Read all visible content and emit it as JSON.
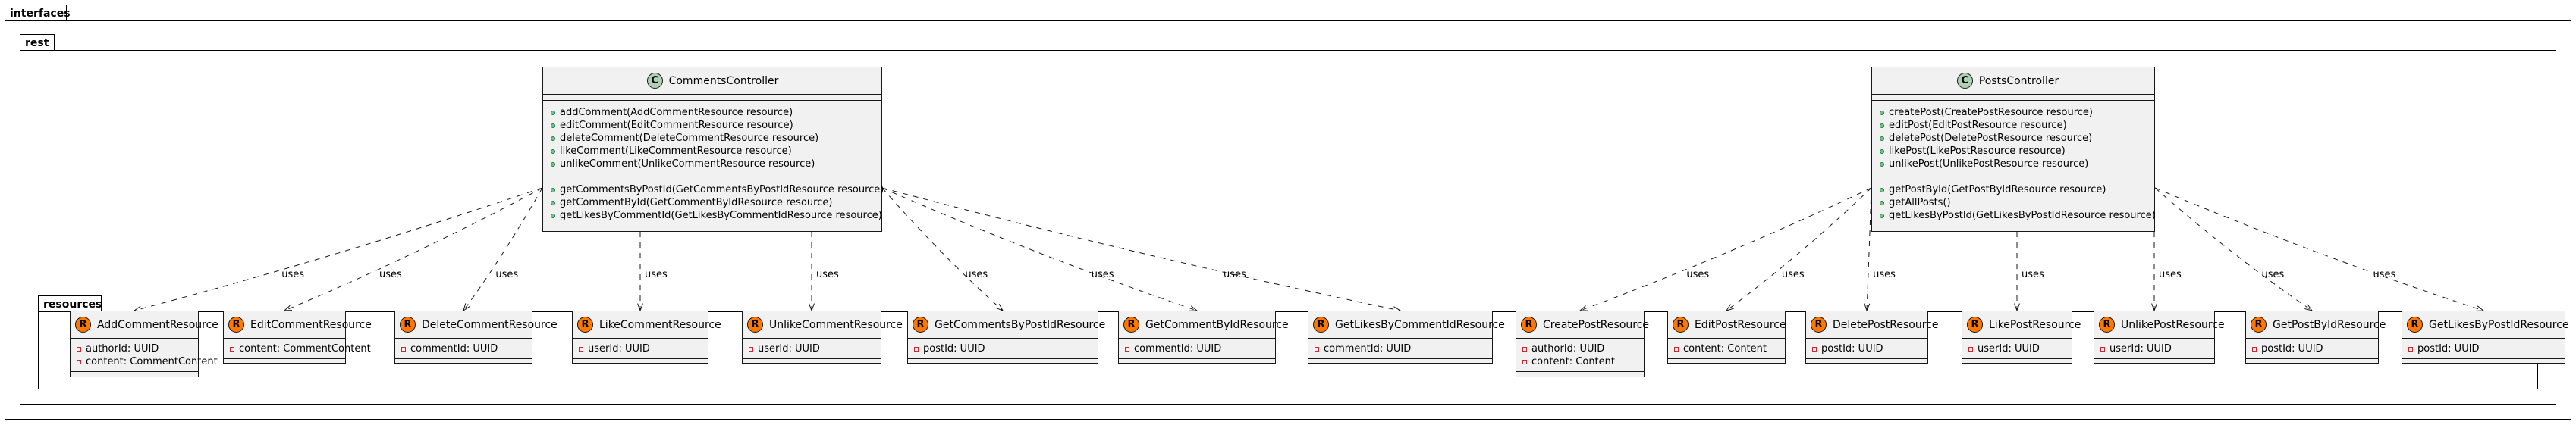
{
  "packages": {
    "interfaces": "interfaces",
    "rest": "rest",
    "resources": "resources"
  },
  "controllers": [
    {
      "id": "comments",
      "stereotype": "C",
      "name": "CommentsController",
      "methods_a": [
        "addComment(AddCommentResource resource)",
        "editComment(EditCommentResource resource)",
        "deleteComment(DeleteCommentResource resource)",
        "likeComment(LikeCommentResource resource)",
        "unlikeComment(UnlikeCommentResource resource)"
      ],
      "methods_b": [
        "getCommentsByPostId(GetCommentsByPostIdResource resource)",
        "getCommentById(GetCommentByIdResource resource)",
        "getLikesByCommentId(GetLikesByCommentIdResource resource)"
      ]
    },
    {
      "id": "posts",
      "stereotype": "C",
      "name": "PostsController",
      "methods_a": [
        "createPost(CreatePostResource resource)",
        "editPost(EditPostResource resource)",
        "deletePost(DeletePostResource resource)",
        "likePost(LikePostResource resource)",
        "unlikePost(UnlikePostResource resource)"
      ],
      "methods_b": [
        "getPostById(GetPostByIdResource resource)",
        "getAllPosts()",
        "getLikesByPostId(GetLikesByPostIdResource resource)"
      ]
    }
  ],
  "resources": [
    {
      "stereotype": "R",
      "name": "AddCommentResource",
      "fields": [
        "authorId: UUID",
        "content: CommentContent"
      ]
    },
    {
      "stereotype": "R",
      "name": "EditCommentResource",
      "fields": [
        "content: CommentContent"
      ]
    },
    {
      "stereotype": "R",
      "name": "DeleteCommentResource",
      "fields": [
        "commentId: UUID"
      ]
    },
    {
      "stereotype": "R",
      "name": "LikeCommentResource",
      "fields": [
        "userId: UUID"
      ]
    },
    {
      "stereotype": "R",
      "name": "UnlikeCommentResource",
      "fields": [
        "userId: UUID"
      ]
    },
    {
      "stereotype": "R",
      "name": "GetCommentsByPostIdResource",
      "fields": [
        "postId: UUID"
      ]
    },
    {
      "stereotype": "R",
      "name": "GetCommentByIdResource",
      "fields": [
        "commentId: UUID"
      ]
    },
    {
      "stereotype": "R",
      "name": "GetLikesByCommentIdResource",
      "fields": [
        "commentId: UUID"
      ]
    },
    {
      "stereotype": "R",
      "name": "CreatePostResource",
      "fields": [
        "authorId: UUID",
        "content: Content"
      ]
    },
    {
      "stereotype": "R",
      "name": "EditPostResource",
      "fields": [
        "content: Content"
      ]
    },
    {
      "stereotype": "R",
      "name": "DeletePostResource",
      "fields": [
        "postId: UUID"
      ]
    },
    {
      "stereotype": "R",
      "name": "LikePostResource",
      "fields": [
        "userId: UUID"
      ]
    },
    {
      "stereotype": "R",
      "name": "UnlikePostResource",
      "fields": [
        "userId: UUID"
      ]
    },
    {
      "stereotype": "R",
      "name": "GetPostByIdResource",
      "fields": [
        "postId: UUID"
      ]
    },
    {
      "stereotype": "R",
      "name": "GetLikesByPostIdResource",
      "fields": [
        "postId: UUID"
      ]
    }
  ],
  "edges": [
    {
      "from": "comments",
      "to": "AddCommentResource",
      "label": "uses"
    },
    {
      "from": "comments",
      "to": "EditCommentResource",
      "label": "uses"
    },
    {
      "from": "comments",
      "to": "DeleteCommentResource",
      "label": "uses"
    },
    {
      "from": "comments",
      "to": "LikeCommentResource",
      "label": "uses"
    },
    {
      "from": "comments",
      "to": "UnlikeCommentResource",
      "label": "uses"
    },
    {
      "from": "comments",
      "to": "GetCommentsByPostIdResource",
      "label": "uses"
    },
    {
      "from": "comments",
      "to": "GetCommentByIdResource",
      "label": "uses"
    },
    {
      "from": "comments",
      "to": "GetLikesByCommentIdResource",
      "label": "uses"
    },
    {
      "from": "posts",
      "to": "CreatePostResource",
      "label": "uses"
    },
    {
      "from": "posts",
      "to": "EditPostResource",
      "label": "uses"
    },
    {
      "from": "posts",
      "to": "DeletePostResource",
      "label": "uses"
    },
    {
      "from": "posts",
      "to": "LikePostResource",
      "label": "uses"
    },
    {
      "from": "posts",
      "to": "UnlikePostResource",
      "label": "uses"
    },
    {
      "from": "posts",
      "to": "GetPostByIdResource",
      "label": "uses"
    },
    {
      "from": "posts",
      "to": "GetLikesByPostIdResource",
      "label": "uses"
    }
  ],
  "colors": {
    "class_fill": "#f1f1f1",
    "class_border": "#181818",
    "controller_stereotype": "#add1b2",
    "resource_stereotype": "#ff7700",
    "public_dot": "#84be84",
    "private_marker": "#c82930"
  }
}
